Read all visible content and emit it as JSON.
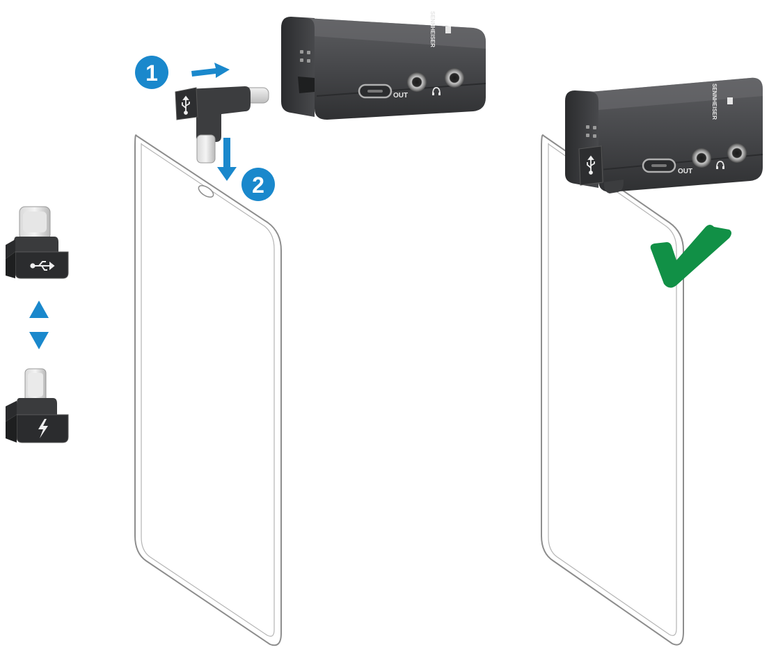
{
  "steps": {
    "step1": "1",
    "step2": "2"
  },
  "receiver": {
    "brand": "SENNHEISER",
    "out_label": "OUT"
  },
  "icons": {
    "usb": "usb-symbol-icon",
    "lightning": "lightning-bolt-icon",
    "headphones": "headphones-icon",
    "check": "checkmark-icon",
    "swap_up": "triangle-up-icon",
    "swap_down": "triangle-down-icon"
  },
  "colors": {
    "accent_blue": "#1a88cc",
    "check_green": "#119046",
    "device_dark": "#3a3b3d",
    "device_mid": "#545557",
    "phone_outline": "#8d8d8d"
  }
}
